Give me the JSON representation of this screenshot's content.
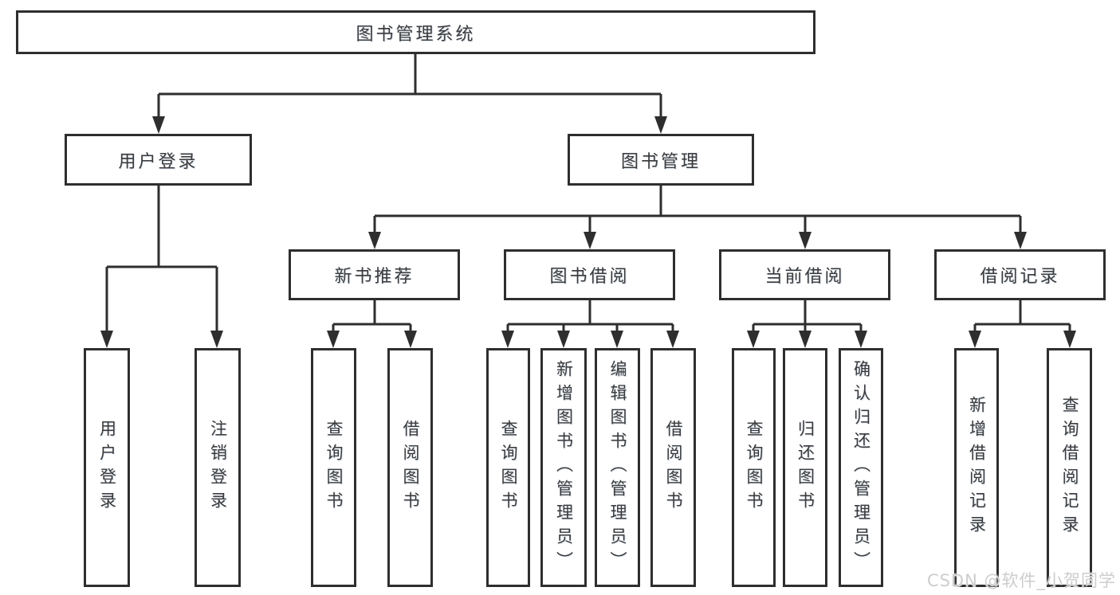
{
  "diagram_title": "图书管理系统",
  "tree": {
    "root": {
      "label": "图书管理系统"
    },
    "level2": [
      {
        "label": "用户登录",
        "parent": "图书管理系统"
      },
      {
        "label": "图书管理",
        "parent": "图书管理系统"
      }
    ],
    "level3": [
      {
        "label": "新书推荐",
        "parent": "图书管理"
      },
      {
        "label": "图书借阅",
        "parent": "图书管理"
      },
      {
        "label": "当前借阅",
        "parent": "图书管理"
      },
      {
        "label": "借阅记录",
        "parent": "图书管理"
      }
    ],
    "leaves": [
      {
        "label": "用户登录",
        "parent": "用户登录"
      },
      {
        "label": "注销登录",
        "parent": "用户登录"
      },
      {
        "label": "查询图书",
        "parent": "新书推荐"
      },
      {
        "label": "借阅图书",
        "parent": "新书推荐"
      },
      {
        "label": "查询图书",
        "parent": "图书借阅"
      },
      {
        "label": "新增图书（管理员）",
        "parent": "图书借阅"
      },
      {
        "label": "编辑图书（管理员）",
        "parent": "图书借阅"
      },
      {
        "label": "借阅图书",
        "parent": "图书借阅"
      },
      {
        "label": "查询图书",
        "parent": "当前借阅"
      },
      {
        "label": "归还图书",
        "parent": "当前借阅"
      },
      {
        "label": "确认归还（管理员）",
        "parent": "当前借阅"
      },
      {
        "label": "新增借阅记录",
        "parent": "借阅记录"
      },
      {
        "label": "查询借阅记录",
        "parent": "借阅记录"
      }
    ]
  },
  "watermark": {
    "text": "CSDN @软件_小贺同学"
  },
  "colors": {
    "line": "#2e2e2e",
    "box_background": "#ffffff",
    "text": "#3a3a3a",
    "watermark": "#cdcdcd"
  }
}
